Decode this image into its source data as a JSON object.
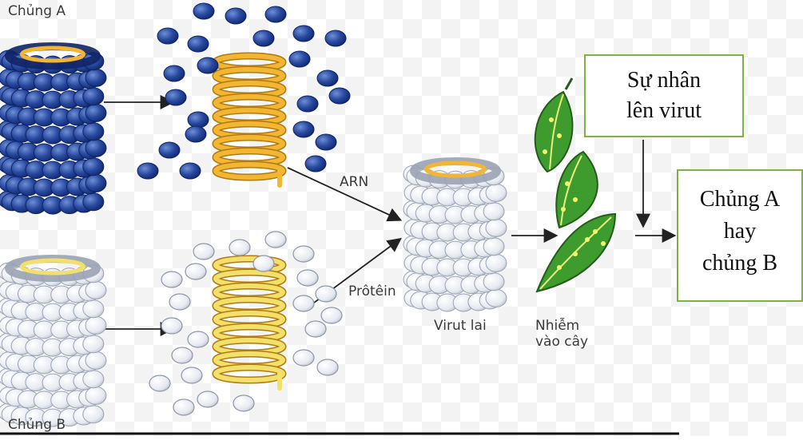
{
  "labels": {
    "strain_a": "Chủng A",
    "strain_b": "Chủng B",
    "rna": "ARN",
    "protein": "Prôtêin",
    "hybrid_virus": "Virut lai",
    "infect_line1": "Nhiễm",
    "infect_line2": "vào cây"
  },
  "box_multiply": {
    "line1": "Sự nhân",
    "line2": "lên virut"
  },
  "box_result": {
    "line1": "Chủng A",
    "line2": "hay",
    "line3": "chủng B"
  },
  "colors": {
    "capsomere_blue": "#1f3f8f",
    "capsomere_white": "#e9ecf3",
    "rna_orange": "#f2b632",
    "rna_yellow": "#f3e06a",
    "leaf_green": "#3e9b2e",
    "box_border": "#7cb342"
  }
}
